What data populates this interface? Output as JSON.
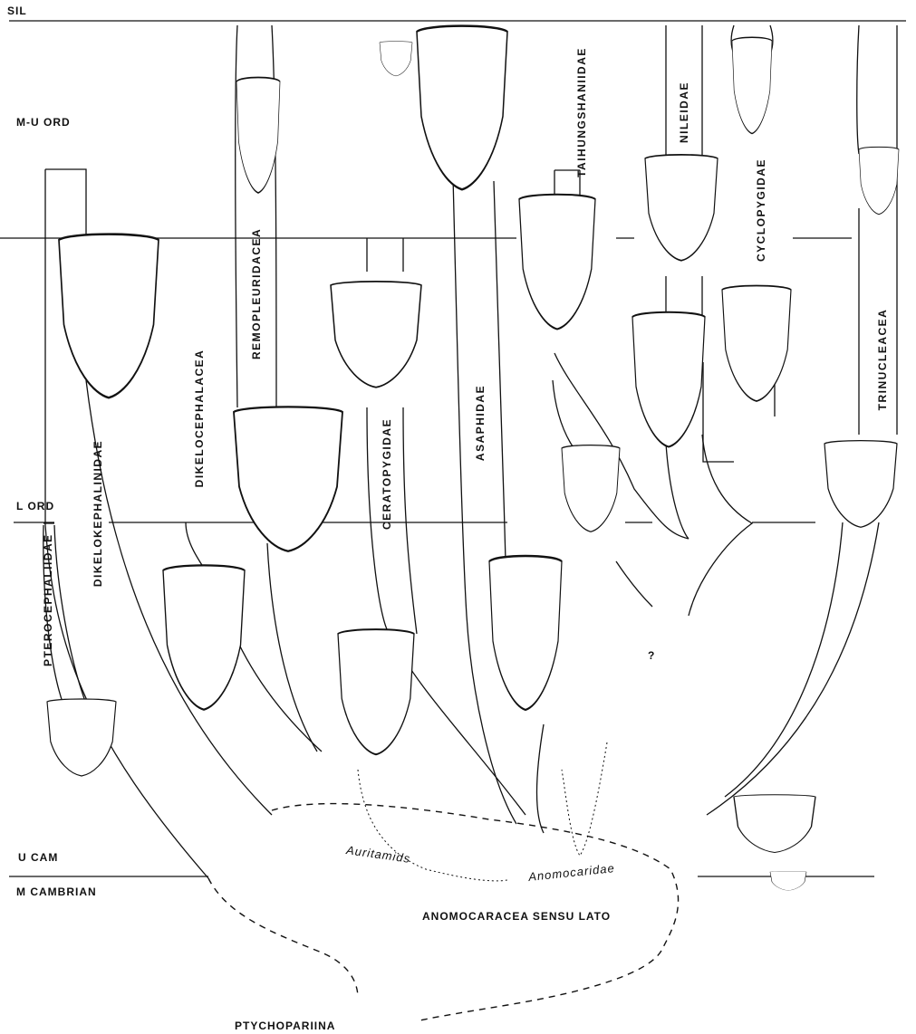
{
  "periods": {
    "sil": "SIL",
    "m_u_ord": "M-U ORD",
    "l_ord": "L ORD",
    "u_cam": "U CAM",
    "m_cambrian": "M CAMBRIAN"
  },
  "clades": {
    "pterocephaliidae": "PTEROCEPHALIIDAE",
    "dikelokephalinidae": "DIKELOKEPHALINIDAE",
    "dikelocephalacea": "DIKELOCEPHALACEA",
    "remopleuridacea": "REMOPLEURIDACEA",
    "ceratopygidae": "CERATOPYGIDAE",
    "asaphidae": "ASAPHIDAE",
    "taihungshaniidae": "TAIHUNGSHANIIDAE",
    "nileidae": "NILEIDAE",
    "cyclopygidae": "CYCLOPYGIDAE",
    "trinucleacea": "TRINUCLEACEA"
  },
  "groups": {
    "auritamids": "Auritamids",
    "anomocaridae": "Anomocaridae",
    "anomocaracea": "ANOMOCARACEA SENSU LATO",
    "ptychopariina": "PTYCHOPARIINA"
  },
  "marks": {
    "question": "?"
  }
}
